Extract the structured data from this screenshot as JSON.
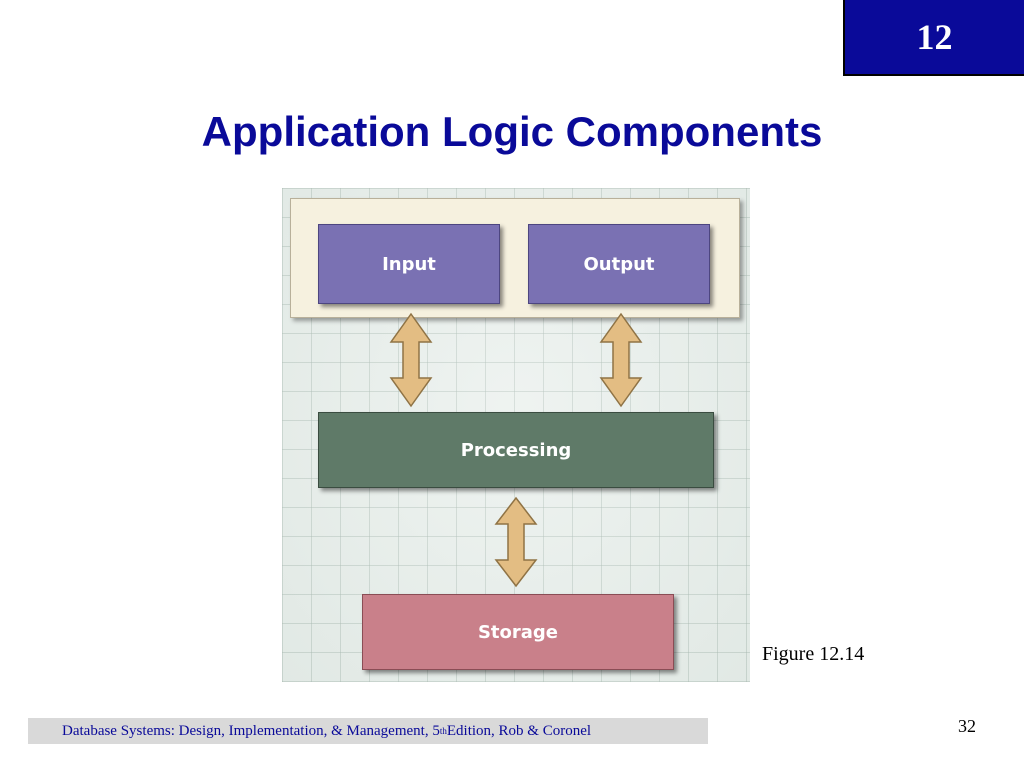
{
  "slide": {
    "chapter": "12",
    "title": "Application Logic Components",
    "figure_caption": "Figure 12.14",
    "page_number": "32"
  },
  "diagram": {
    "components": {
      "input": "Input",
      "output": "Output",
      "processing": "Processing",
      "storage": "Storage"
    },
    "colors": {
      "input_output": "#7a71b3",
      "processing": "#5f7a68",
      "storage": "#c9808a",
      "arrows": "#e3bd83",
      "panel": "#f6f1df"
    }
  },
  "footer": {
    "text_before": "Database Systems: Design, Implementation, & Management, 5",
    "superscript": "th",
    "text_after": " Edition, Rob & Coronel"
  }
}
